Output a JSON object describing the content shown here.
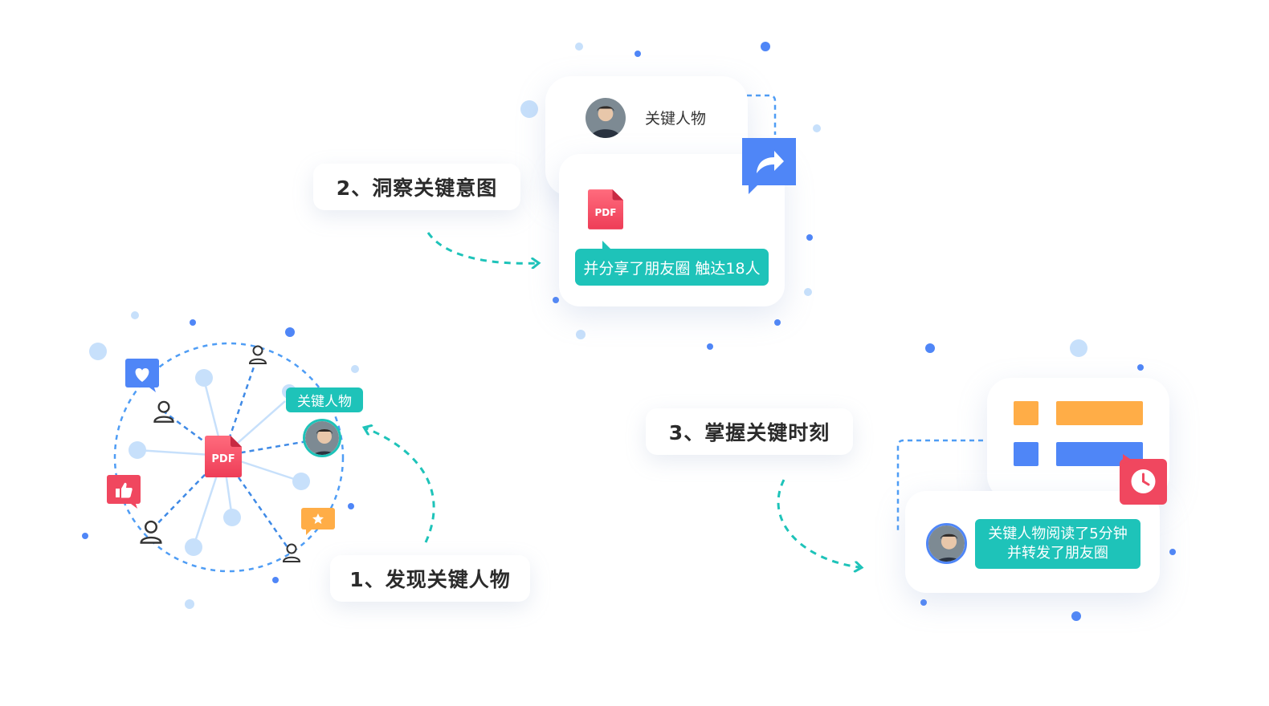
{
  "steps": {
    "step1": "1、发现关键人物",
    "step2": "2、洞察关键意图",
    "step3": "3、掌握关键时刻"
  },
  "card_top": {
    "person_label": "关键人物",
    "doc_label": "PDF",
    "bubble_text": "并分享了朋友圈 触达18人"
  },
  "network": {
    "tag_label": "关键人物",
    "doc_label": "PDF"
  },
  "card_right": {
    "bubble_line1": "关键人物阅读了5分钟",
    "bubble_line2": "并转发了朋友圈"
  },
  "icons": [
    "heart-icon",
    "thumbs-up-icon",
    "star-icon",
    "share-icon",
    "clock-icon",
    "person-icon",
    "pdf-icon"
  ],
  "colors": {
    "teal": "#1ec3b9",
    "blue": "#4f86f7",
    "red": "#f0475f",
    "orange": "#ffad47",
    "light_blue": "#c7e0fb"
  }
}
